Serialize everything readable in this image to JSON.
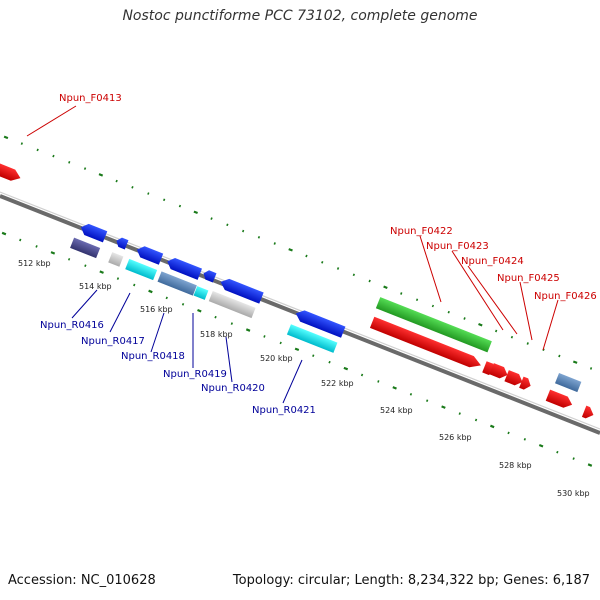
{
  "title": "Nostoc punctiforme PCC 73102, complete genome",
  "footer": {
    "accession": "Accession: NC_010628",
    "stats": "Topology: circular; Length: 8,234,322 bp; Genes: 6,187"
  },
  "colors": {
    "forward_label": "#cc0000",
    "reverse_label": "#000099",
    "backbone": "#777777",
    "tick": "#1a7a1a"
  },
  "kbp_labels": [
    "512 kbp",
    "514 kbp",
    "516 kbp",
    "518 kbp",
    "520 kbp",
    "522 kbp",
    "524 kbp",
    "526 kbp",
    "528 kbp",
    "530 kbp"
  ],
  "forward_labels": [
    "Npun_F0413",
    "Npun_F0422",
    "Npun_F0423",
    "Npun_F0424",
    "Npun_F0425",
    "Npun_F0426"
  ],
  "reverse_labels": [
    "Npun_R0416",
    "Npun_R0417",
    "Npun_R0418",
    "Npun_R0419",
    "Npun_R0420",
    "Npun_R0421"
  ]
}
